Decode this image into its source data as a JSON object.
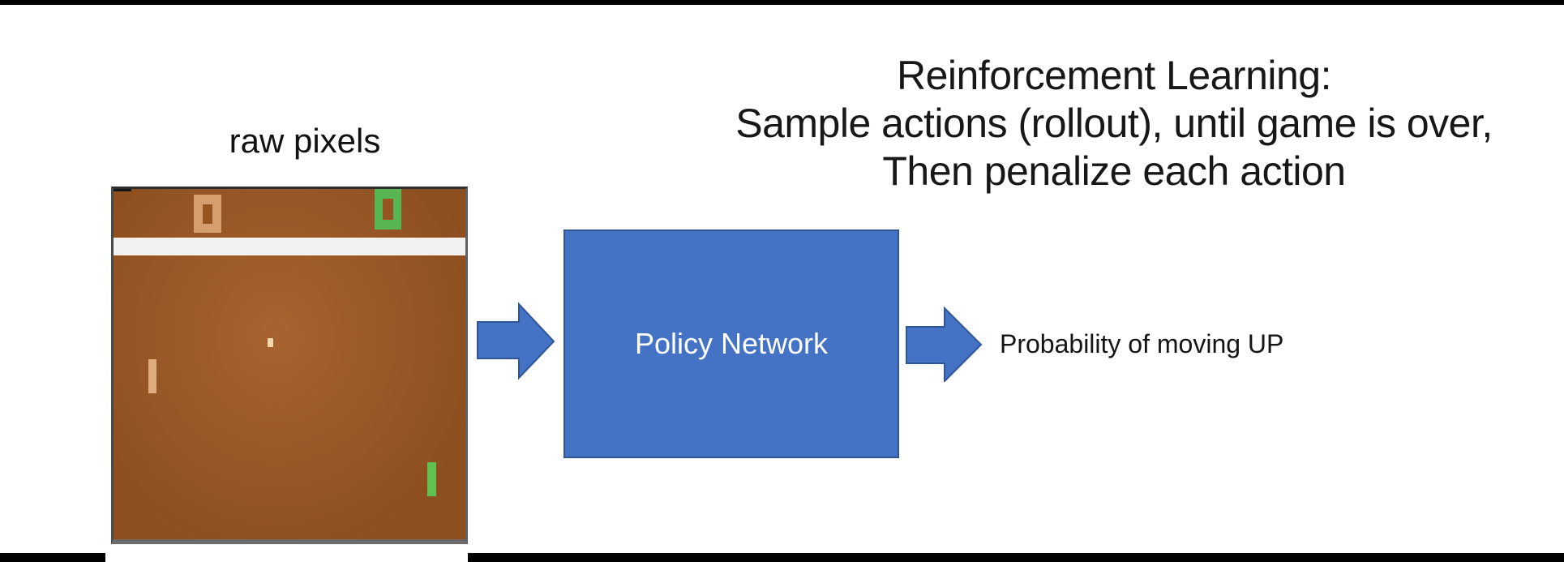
{
  "slide": {
    "title": {
      "lines": [
        "Reinforcement Learning:",
        "Sample actions (rollout), until game is over,",
        "Then penalize each action"
      ]
    },
    "raw_pixels_caption": "raw pixels",
    "policy_box_label": "Policy Network",
    "output_label": "Probability of moving UP"
  },
  "game_screen": {
    "description": "Atari Pong frame used as raw pixel input",
    "left_score": "0",
    "right_score": "0",
    "elements": [
      "left-score-digit",
      "right-score-digit",
      "white-wall-band",
      "ball",
      "left-paddle",
      "right-paddle"
    ]
  },
  "icons": {
    "input_arrow": "right-arrow-icon",
    "output_arrow": "right-arrow-icon"
  },
  "colors": {
    "bar_black": "#000000",
    "ink": "#111111",
    "accent_blue": "#4472c4",
    "accent_blue_border": "#2f5597",
    "game_brown": "#8d4f1f",
    "game_brown_mid": "#96551f",
    "game_brown_light": "#a86330",
    "score_orange": "#d79e6d",
    "paddle_orange": "#dfac80",
    "ball_cream": "#f6d9ad",
    "score_green": "#57b554",
    "paddle_green": "#5ec152",
    "band_white": "#f3f2f0"
  }
}
